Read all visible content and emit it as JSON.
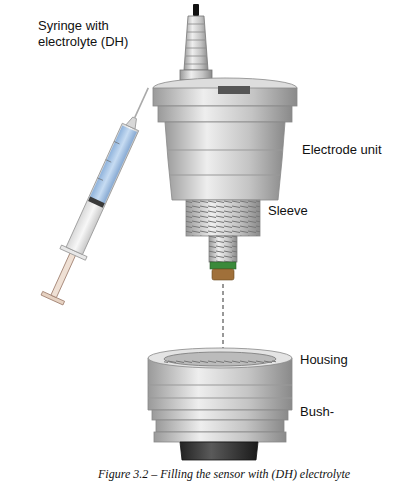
{
  "diagram": {
    "caption": "Figure 3.2 – Filling the sensor with (DH) electrolyte",
    "labels": [
      "Syringe with electrolyte (DH)",
      "Electrode unit",
      "Sleeve",
      "Housing",
      "Bush-"
    ]
  }
}
